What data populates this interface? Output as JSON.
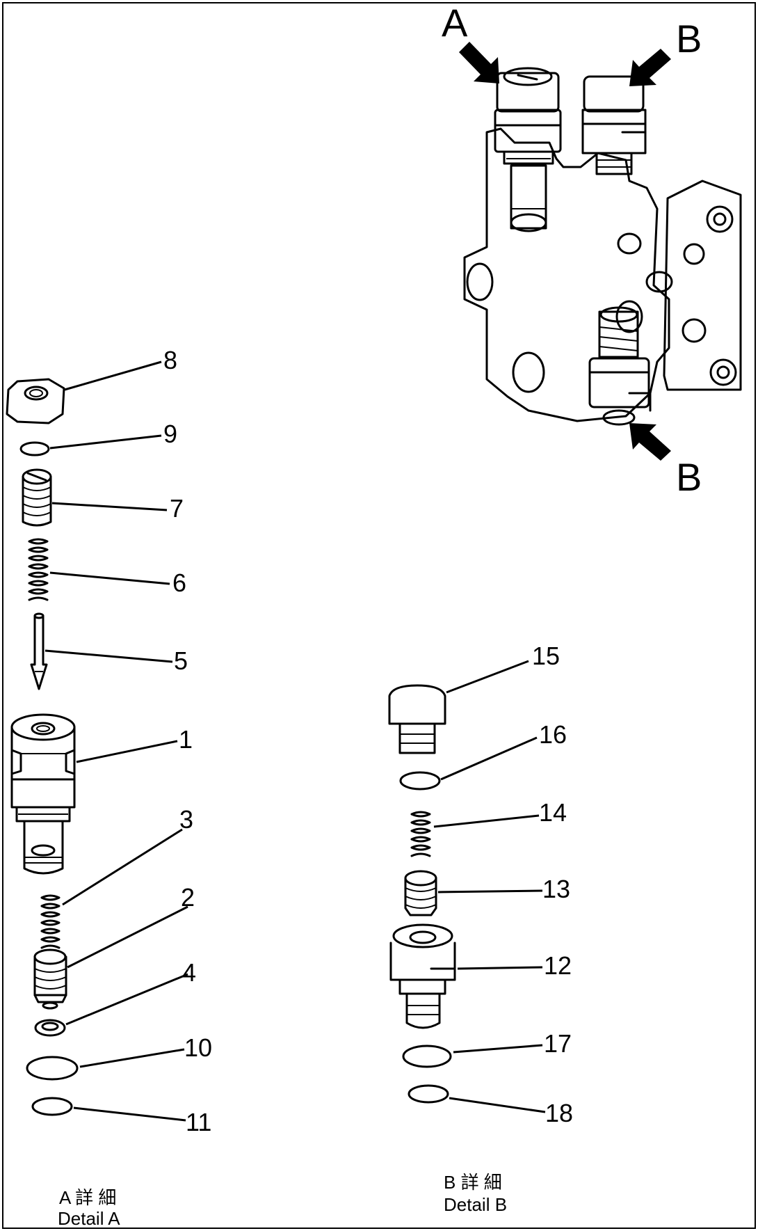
{
  "assembly_view": {
    "arrow_labels": {
      "a": "A",
      "b_top": "B",
      "b_bottom": "B"
    }
  },
  "detail_a": {
    "caption_jp": "A 詳 細",
    "caption_en": "Detail A",
    "callouts": {
      "p8": "8",
      "p9": "9",
      "p7": "7",
      "p6": "6",
      "p5": "5",
      "p1": "1",
      "p3": "3",
      "p2": "2",
      "p4": "4",
      "p10": "10",
      "p11": "11"
    }
  },
  "detail_b": {
    "caption_jp": "B 詳 細",
    "caption_en": "Detail B",
    "callouts": {
      "p15": "15",
      "p16": "16",
      "p14": "14",
      "p13": "13",
      "p12": "12",
      "p17": "17",
      "p18": "18"
    }
  }
}
